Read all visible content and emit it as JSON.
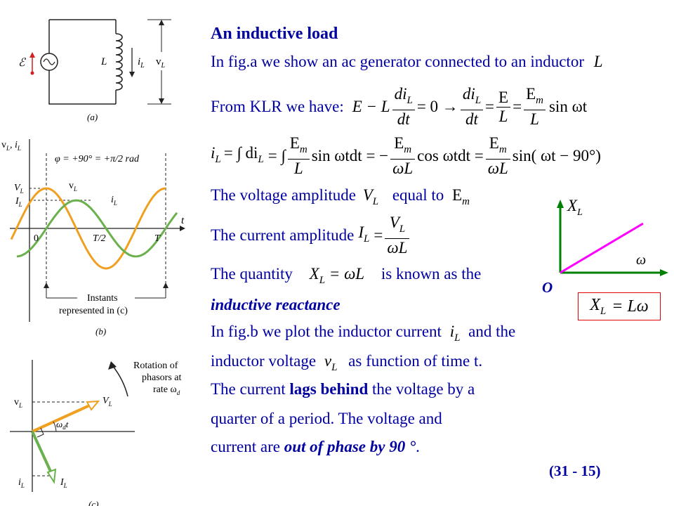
{
  "title": "An inductive load",
  "line1": "In fig.a we show an ac generator connected to an inductor",
  "line1_var": "L",
  "klr_label": "From KLR we have:",
  "klr_eq": {
    "lhs": "E − L",
    "num1": "di",
    "den1": "dt",
    "mid": "= 0 →",
    "num2": "di",
    "den2": "dt",
    "eq2": "=",
    "num3": "E",
    "den3": "L",
    "eq3": "=",
    "num4": "E",
    "den4": "L",
    "tail": "sin ωt"
  },
  "integral_eq": {
    "lhs": "i",
    "eq_a": "= ∫ di",
    "eq_b": "= ∫",
    "num1": "E",
    "den1": "L",
    "t1": "sin ωtdt = −",
    "num2": "E",
    "den2": "ωL",
    "t2": "cos ωtdt =",
    "num3": "E",
    "den3": "ωL",
    "t3": "sin( ωt − 90°)"
  },
  "voltage_amp": {
    "prefix": "The voltage amplitude",
    "var": "V",
    "mid": "equal to",
    "em": "E"
  },
  "current_amp": {
    "prefix": "The current amplitude",
    "var": "I",
    "eq": "=",
    "num": "V",
    "den": "ωL"
  },
  "quantity": {
    "prefix": "The quantity",
    "expr_a": "X",
    "expr_b": "= ωL",
    "suffix": "is known as the"
  },
  "ind_reactance": "inductive reactance",
  "figb_line1": {
    "prefix": "In fig.b we plot the inductor current",
    "var": "i",
    "suffix": "and the"
  },
  "figb_line2": {
    "prefix": "inductor voltage",
    "var": "v",
    "suffix": "as function of time t."
  },
  "lag_line1": {
    "prefix": "The current",
    "bold": "lags behind",
    "suffix": "the voltage by a"
  },
  "lag_line2": "quarter of a period. The voltage and",
  "lag_line3": {
    "prefix": "current are",
    "bold": "out of  phase by 90 °",
    "suffix": "."
  },
  "slide_number": "(31 - 15)",
  "xl_box": "X",
  "xl_box_tail": "= Lω",
  "graph_xl": {
    "y_label": "X",
    "x_label": "ω",
    "origin": "O",
    "line_color": "#ff00ff",
    "axis_color": "#008000"
  },
  "fig_a": {
    "emf": "ℰ",
    "L": "L",
    "iL": "i",
    "vL": "v",
    "caption": "(a)"
  },
  "fig_b": {
    "axis_label": "v",
    "phi_text": "φ = +90° = +π/2 rad",
    "VL": "V",
    "IL": "I",
    "vL_curve": "v",
    "iL_curve": "i",
    "t_axis": "t",
    "tick_0": "0",
    "tick_T2": "T/2",
    "tick_T": "T",
    "instants": "Instants",
    "represented": "represented in (c)",
    "caption": "(b)",
    "voltage_color": "#f0a020",
    "current_color": "#6ab04c"
  },
  "fig_c": {
    "rotation1": "Rotation of",
    "rotation2": "phasors at",
    "rotation3": "rate ω",
    "vL": "v",
    "VL": "V",
    "angle": "ω",
    "iL": "i",
    "IL": "I",
    "caption": "(c)"
  }
}
